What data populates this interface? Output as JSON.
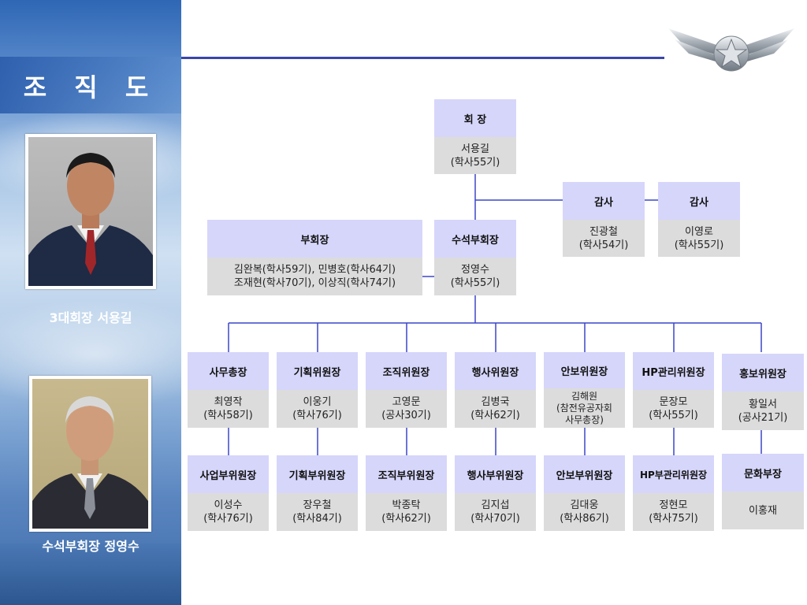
{
  "page": {
    "title": "조 직 도",
    "photo1_caption": "3대회장 서용길",
    "photo2_caption": "수석부회장 정영수"
  },
  "colors": {
    "box_header": "#d6d6fb",
    "box_body": "#dcdcdc",
    "connector": "#3a46c8",
    "rule": "#3a46a8"
  },
  "org": {
    "president": {
      "title": "회 장",
      "lines": [
        "서용길",
        "(학사55기)"
      ]
    },
    "auditors": [
      {
        "title": "감사",
        "lines": [
          "진광철",
          "(학사54기)"
        ]
      },
      {
        "title": "감사",
        "lines": [
          "이영로",
          "(학사55기)"
        ]
      }
    ],
    "vice_presidents": {
      "title": "부회장",
      "lines": [
        "김완복(학사59기), 민병호(학사64기)",
        "조재현(학사70기), 이상직(학사74기)"
      ]
    },
    "senior_vp": {
      "title": "수석부회장",
      "lines": [
        "정영수",
        "(학사55기)"
      ]
    },
    "committee_heads": [
      {
        "title": "사무총장",
        "lines": [
          "최영작",
          "(학사58기)"
        ]
      },
      {
        "title": "기획위원장",
        "lines": [
          "이웅기",
          "(학사76기)"
        ]
      },
      {
        "title": "조직위원장",
        "lines": [
          "고영문",
          "(공사30기)"
        ]
      },
      {
        "title": "행사위원장",
        "lines": [
          "김병국",
          "(학사62기)"
        ]
      },
      {
        "title": "안보위원장",
        "lines": [
          "김해원",
          "(참전유공자회",
          "사무총장)"
        ]
      },
      {
        "title": "HP관리위원장",
        "lines": [
          "문장모",
          "(학사55기)"
        ]
      },
      {
        "title": "홍보위원장",
        "lines": [
          "황일서",
          "(공사21기)"
        ]
      }
    ],
    "deputy_heads": [
      {
        "title": "사업부위원장",
        "lines": [
          "이성수",
          "(학사76기)"
        ]
      },
      {
        "title": "기획부위원장",
        "lines": [
          "장우철",
          "(학사84기)"
        ]
      },
      {
        "title": "조직부위원장",
        "lines": [
          "박종탁",
          "(학사62기)"
        ]
      },
      {
        "title": "행사부위원장",
        "lines": [
          "김지섭",
          "(학사70기)"
        ]
      },
      {
        "title": "안보부위원장",
        "lines": [
          "김대웅",
          "(학사86기)"
        ]
      },
      {
        "title": "HP부관리위원장",
        "lines": [
          "정현모",
          "(학사75기)"
        ]
      },
      {
        "title": "문화부장",
        "lines": [
          "이홍재"
        ]
      }
    ]
  }
}
